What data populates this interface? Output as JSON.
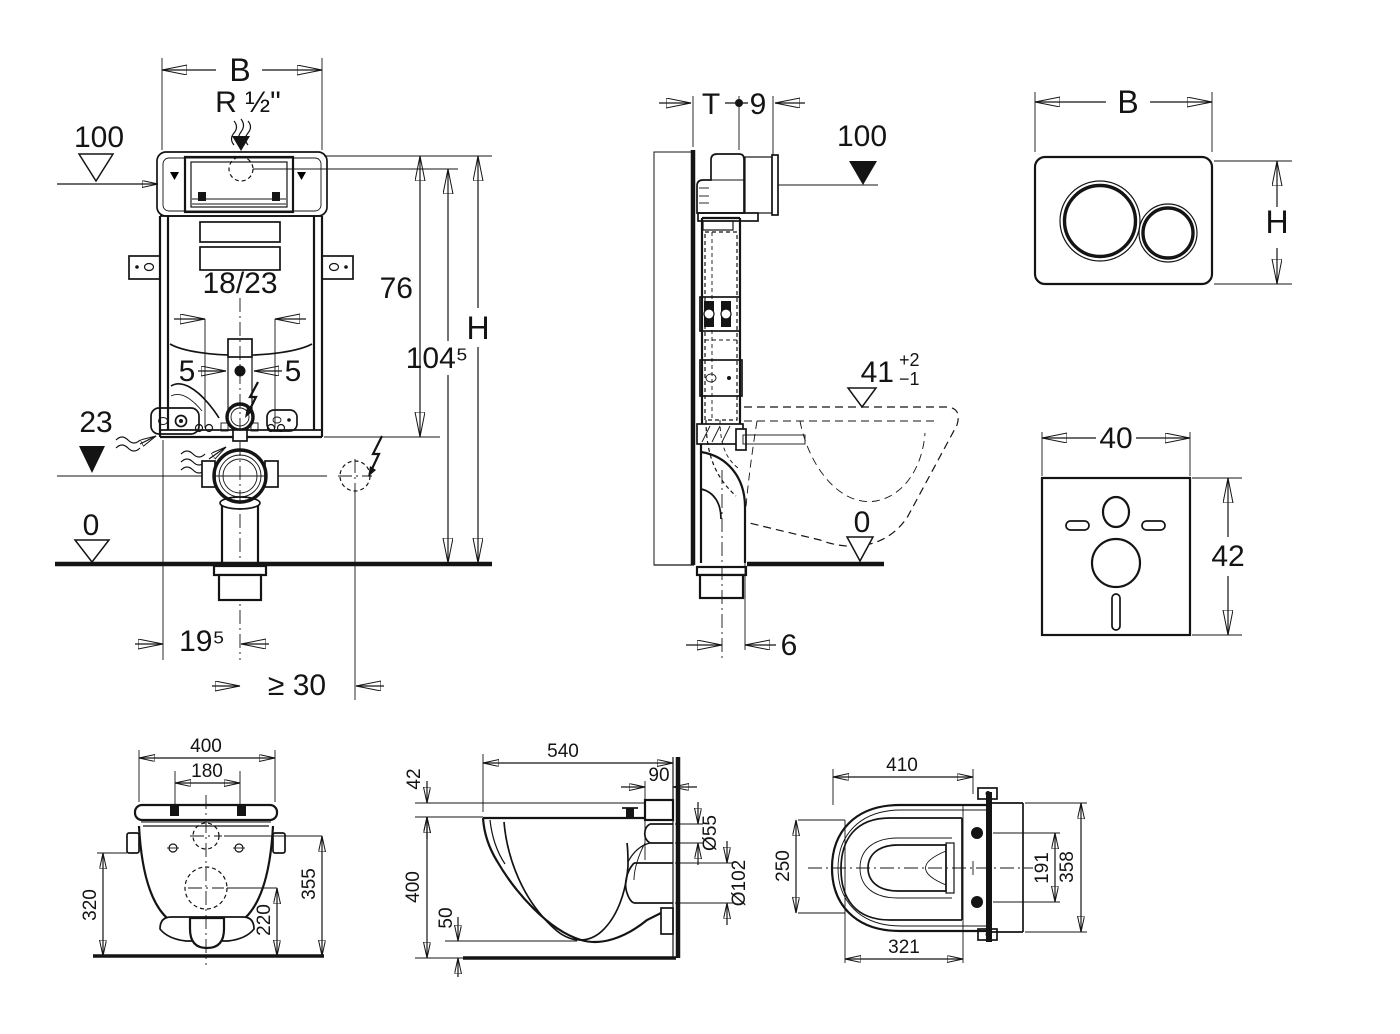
{
  "colors": {
    "ink": "#141414",
    "background": "#ffffff"
  },
  "views": {
    "front": {
      "b": "B",
      "inlet": "R ½\"",
      "lvl100": "100",
      "d76": "76",
      "d104": "104⁵",
      "h": "H",
      "d1823": "18/23",
      "d5l": "5",
      "d5r": "5",
      "d23": "23",
      "d0": "0",
      "d195": "19⁵",
      "d30": "≥ 30"
    },
    "side": {
      "t": "T",
      "d9": "9",
      "lvl100": "100",
      "d41": "41",
      "tolp": "+2",
      "tolm": "−1",
      "d0": "0",
      "d6": "6"
    },
    "plate": {
      "b": "B",
      "h": "H"
    },
    "mat": {
      "w": "40",
      "h": "42"
    },
    "wc_rear": {
      "w": "400",
      "seat": "180",
      "hl": "320",
      "hr": "355",
      "hi": "220"
    },
    "wc_side": {
      "depth": "540",
      "seat": "42",
      "rear": "90",
      "flush": "Ø55",
      "outlet": "Ø102",
      "height": "400",
      "clear": "50"
    },
    "wc_top": {
      "w": "410",
      "bowl": "250",
      "bolts": "191",
      "depth": "358",
      "inner": "321"
    }
  }
}
